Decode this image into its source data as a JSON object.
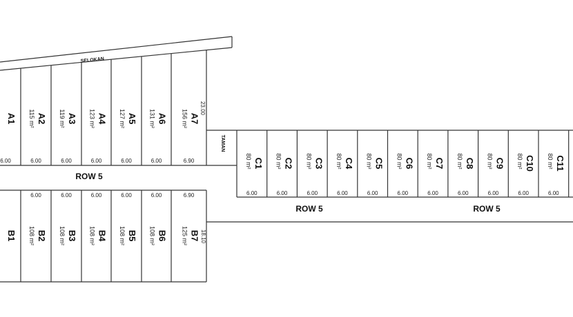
{
  "labels": {
    "channel": "SELOKAN",
    "park": "TAMAN",
    "road_a": "ROW 5",
    "road_b": "ROW 5",
    "road_c": "ROW 5",
    "side_a": "23.00",
    "side_b": "18.10"
  },
  "blocks": {
    "a": [
      {
        "id": "A1",
        "area": "",
        "front": "6.00"
      },
      {
        "id": "A2",
        "area": "115 m²",
        "front": "6.00"
      },
      {
        "id": "A3",
        "area": "119 m²",
        "front": "6.00"
      },
      {
        "id": "A4",
        "area": "123 m²",
        "front": "6.00"
      },
      {
        "id": "A5",
        "area": "127 m²",
        "front": "6.00"
      },
      {
        "id": "A6",
        "area": "131 m²",
        "front": "6.00"
      },
      {
        "id": "A7",
        "area": "156 m²",
        "front": "6.90"
      }
    ],
    "b": [
      {
        "id": "B1",
        "area": "",
        "front": ""
      },
      {
        "id": "B2",
        "area": "108 m²",
        "front": "6.00"
      },
      {
        "id": "B3",
        "area": "108 m²",
        "front": "6.00"
      },
      {
        "id": "B4",
        "area": "108 m²",
        "front": "6.00"
      },
      {
        "id": "B5",
        "area": "108 m²",
        "front": "6.00"
      },
      {
        "id": "B6",
        "area": "108 m²",
        "front": "6.00"
      },
      {
        "id": "B7",
        "area": "125 m²",
        "front": "6.90"
      }
    ],
    "c": [
      {
        "id": "C1",
        "area": "80 m²",
        "front": "6.00"
      },
      {
        "id": "C2",
        "area": "80 m²",
        "front": "6.00"
      },
      {
        "id": "C3",
        "area": "80 m²",
        "front": "6.00"
      },
      {
        "id": "C4",
        "area": "80 m²",
        "front": "6.00"
      },
      {
        "id": "C5",
        "area": "80 m²",
        "front": "6.00"
      },
      {
        "id": "C6",
        "area": "80 m²",
        "front": "6.00"
      },
      {
        "id": "C7",
        "area": "80 m²",
        "front": "6.00"
      },
      {
        "id": "C8",
        "area": "80 m²",
        "front": "6.00"
      },
      {
        "id": "C9",
        "area": "80 m²",
        "front": "6.00"
      },
      {
        "id": "C10",
        "area": "80 m²",
        "front": "6.00"
      },
      {
        "id": "C11",
        "area": "80 m²",
        "front": "6.00"
      }
    ]
  }
}
